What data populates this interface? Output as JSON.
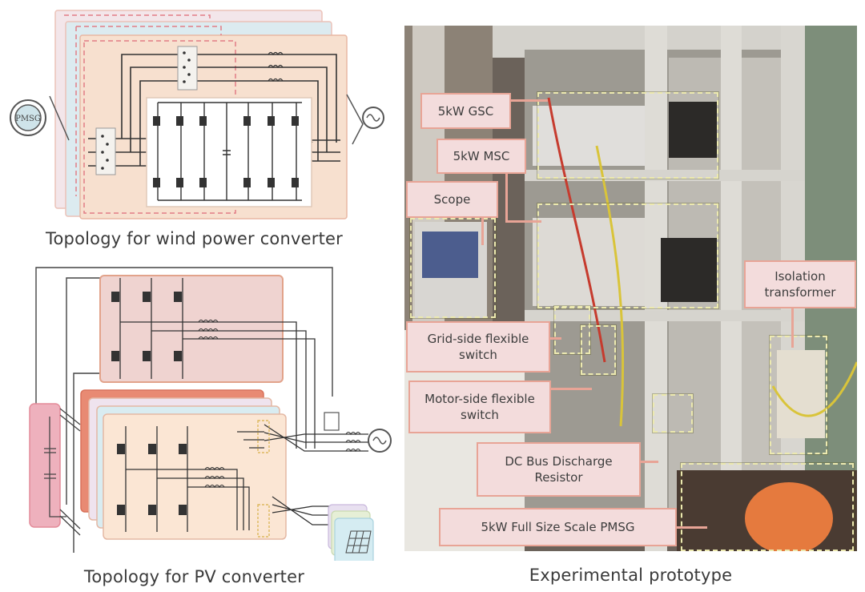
{
  "figure": {
    "wind_panel": {
      "caption": "Topology for wind power converter",
      "generator_label": "PMSG",
      "grid_symbol": "ac-source",
      "stack_colors": [
        "#f3e6ea",
        "#dcebf0",
        "#f7e0cf"
      ],
      "outline_color": "#e27c86"
    },
    "pv_panel": {
      "caption": "Topology for PV converter",
      "inverter_block_color": "#efd3d0",
      "stack_colors": [
        "#e88a73",
        "#efe3ee",
        "#d9ecf1",
        "#fbe6d4"
      ],
      "capacitor_block_color": "#eeb1bd",
      "pv_stack_colors": [
        "#e8e0f0",
        "#e6efd6",
        "#d5ecf2"
      ]
    },
    "photo_panel": {
      "caption": "Experimental prototype",
      "label_bg": "#f3dcdc",
      "label_border": "#e8a496",
      "highlight_color": "#ece9b0",
      "labels": [
        {
          "id": "gsc",
          "text": "5kW GSC"
        },
        {
          "id": "msc",
          "text": "5kW MSC"
        },
        {
          "id": "scope",
          "text": "Scope"
        },
        {
          "id": "grid-switch",
          "text": "Grid-side flexible switch"
        },
        {
          "id": "motor-switch",
          "text": "Motor-side flexible switch"
        },
        {
          "id": "dc-resistor",
          "text": "DC Bus Discharge Resistor"
        },
        {
          "id": "pmsg",
          "text": "5kW Full Size Scale PMSG"
        },
        {
          "id": "isolation",
          "text": "Isolation transformer"
        }
      ]
    }
  }
}
